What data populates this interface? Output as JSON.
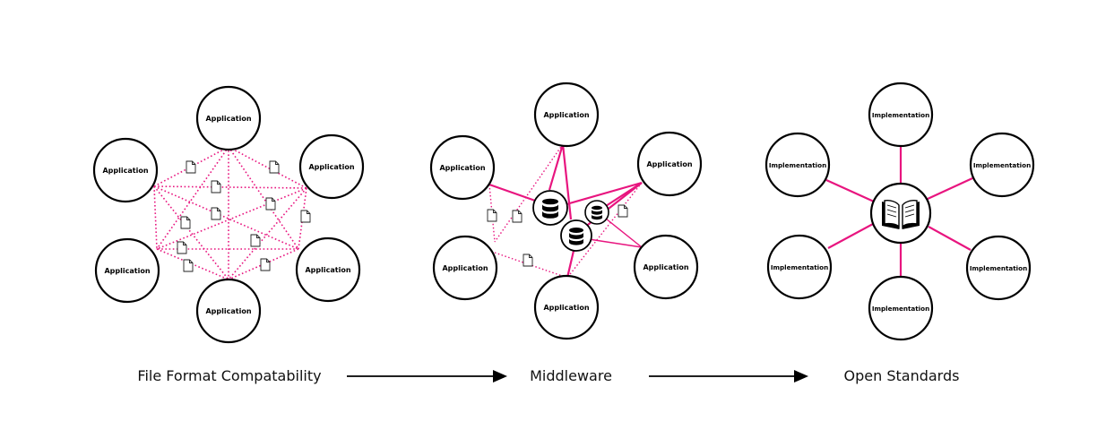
{
  "panels": [
    {
      "caption": "File Format Compatability",
      "node_label": "Application",
      "node_count": 6
    },
    {
      "caption": "Middleware",
      "node_label": "Application",
      "node_count": 6
    },
    {
      "caption": "Open Standards",
      "node_label": "Implementation",
      "node_count": 6
    }
  ],
  "colors": {
    "connector": "#e8157f",
    "outline": "#000000"
  },
  "icons": {
    "file": "file-icon",
    "database": "database-icon",
    "standard": "open-book-icon",
    "flow": "arrow-right-icon"
  }
}
